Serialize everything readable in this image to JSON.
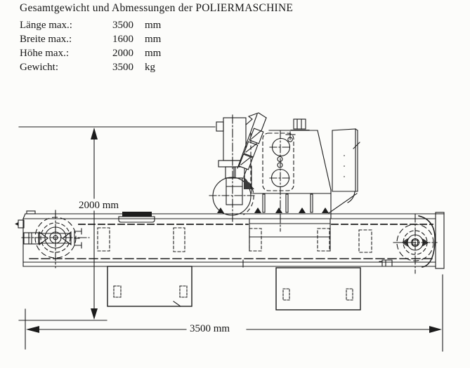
{
  "header": {
    "title": "Gesamtgewicht und Abmessungen der POLIERMASCHINE",
    "specs": [
      {
        "label": "Länge max.:",
        "value": "3500",
        "unit": "mm"
      },
      {
        "label": "Breite max.:",
        "value": "1600",
        "unit": "mm"
      },
      {
        "label": "Höhe max.:",
        "value": "2000",
        "unit": "mm"
      },
      {
        "label": "Gewicht:",
        "value": "3500",
        "unit": "kg"
      }
    ]
  },
  "drawing": {
    "height_label": "2000 mm",
    "length_label": "3500 mm",
    "ink_color": "#1c1c1c",
    "paper_color": "#fcfcfa"
  }
}
